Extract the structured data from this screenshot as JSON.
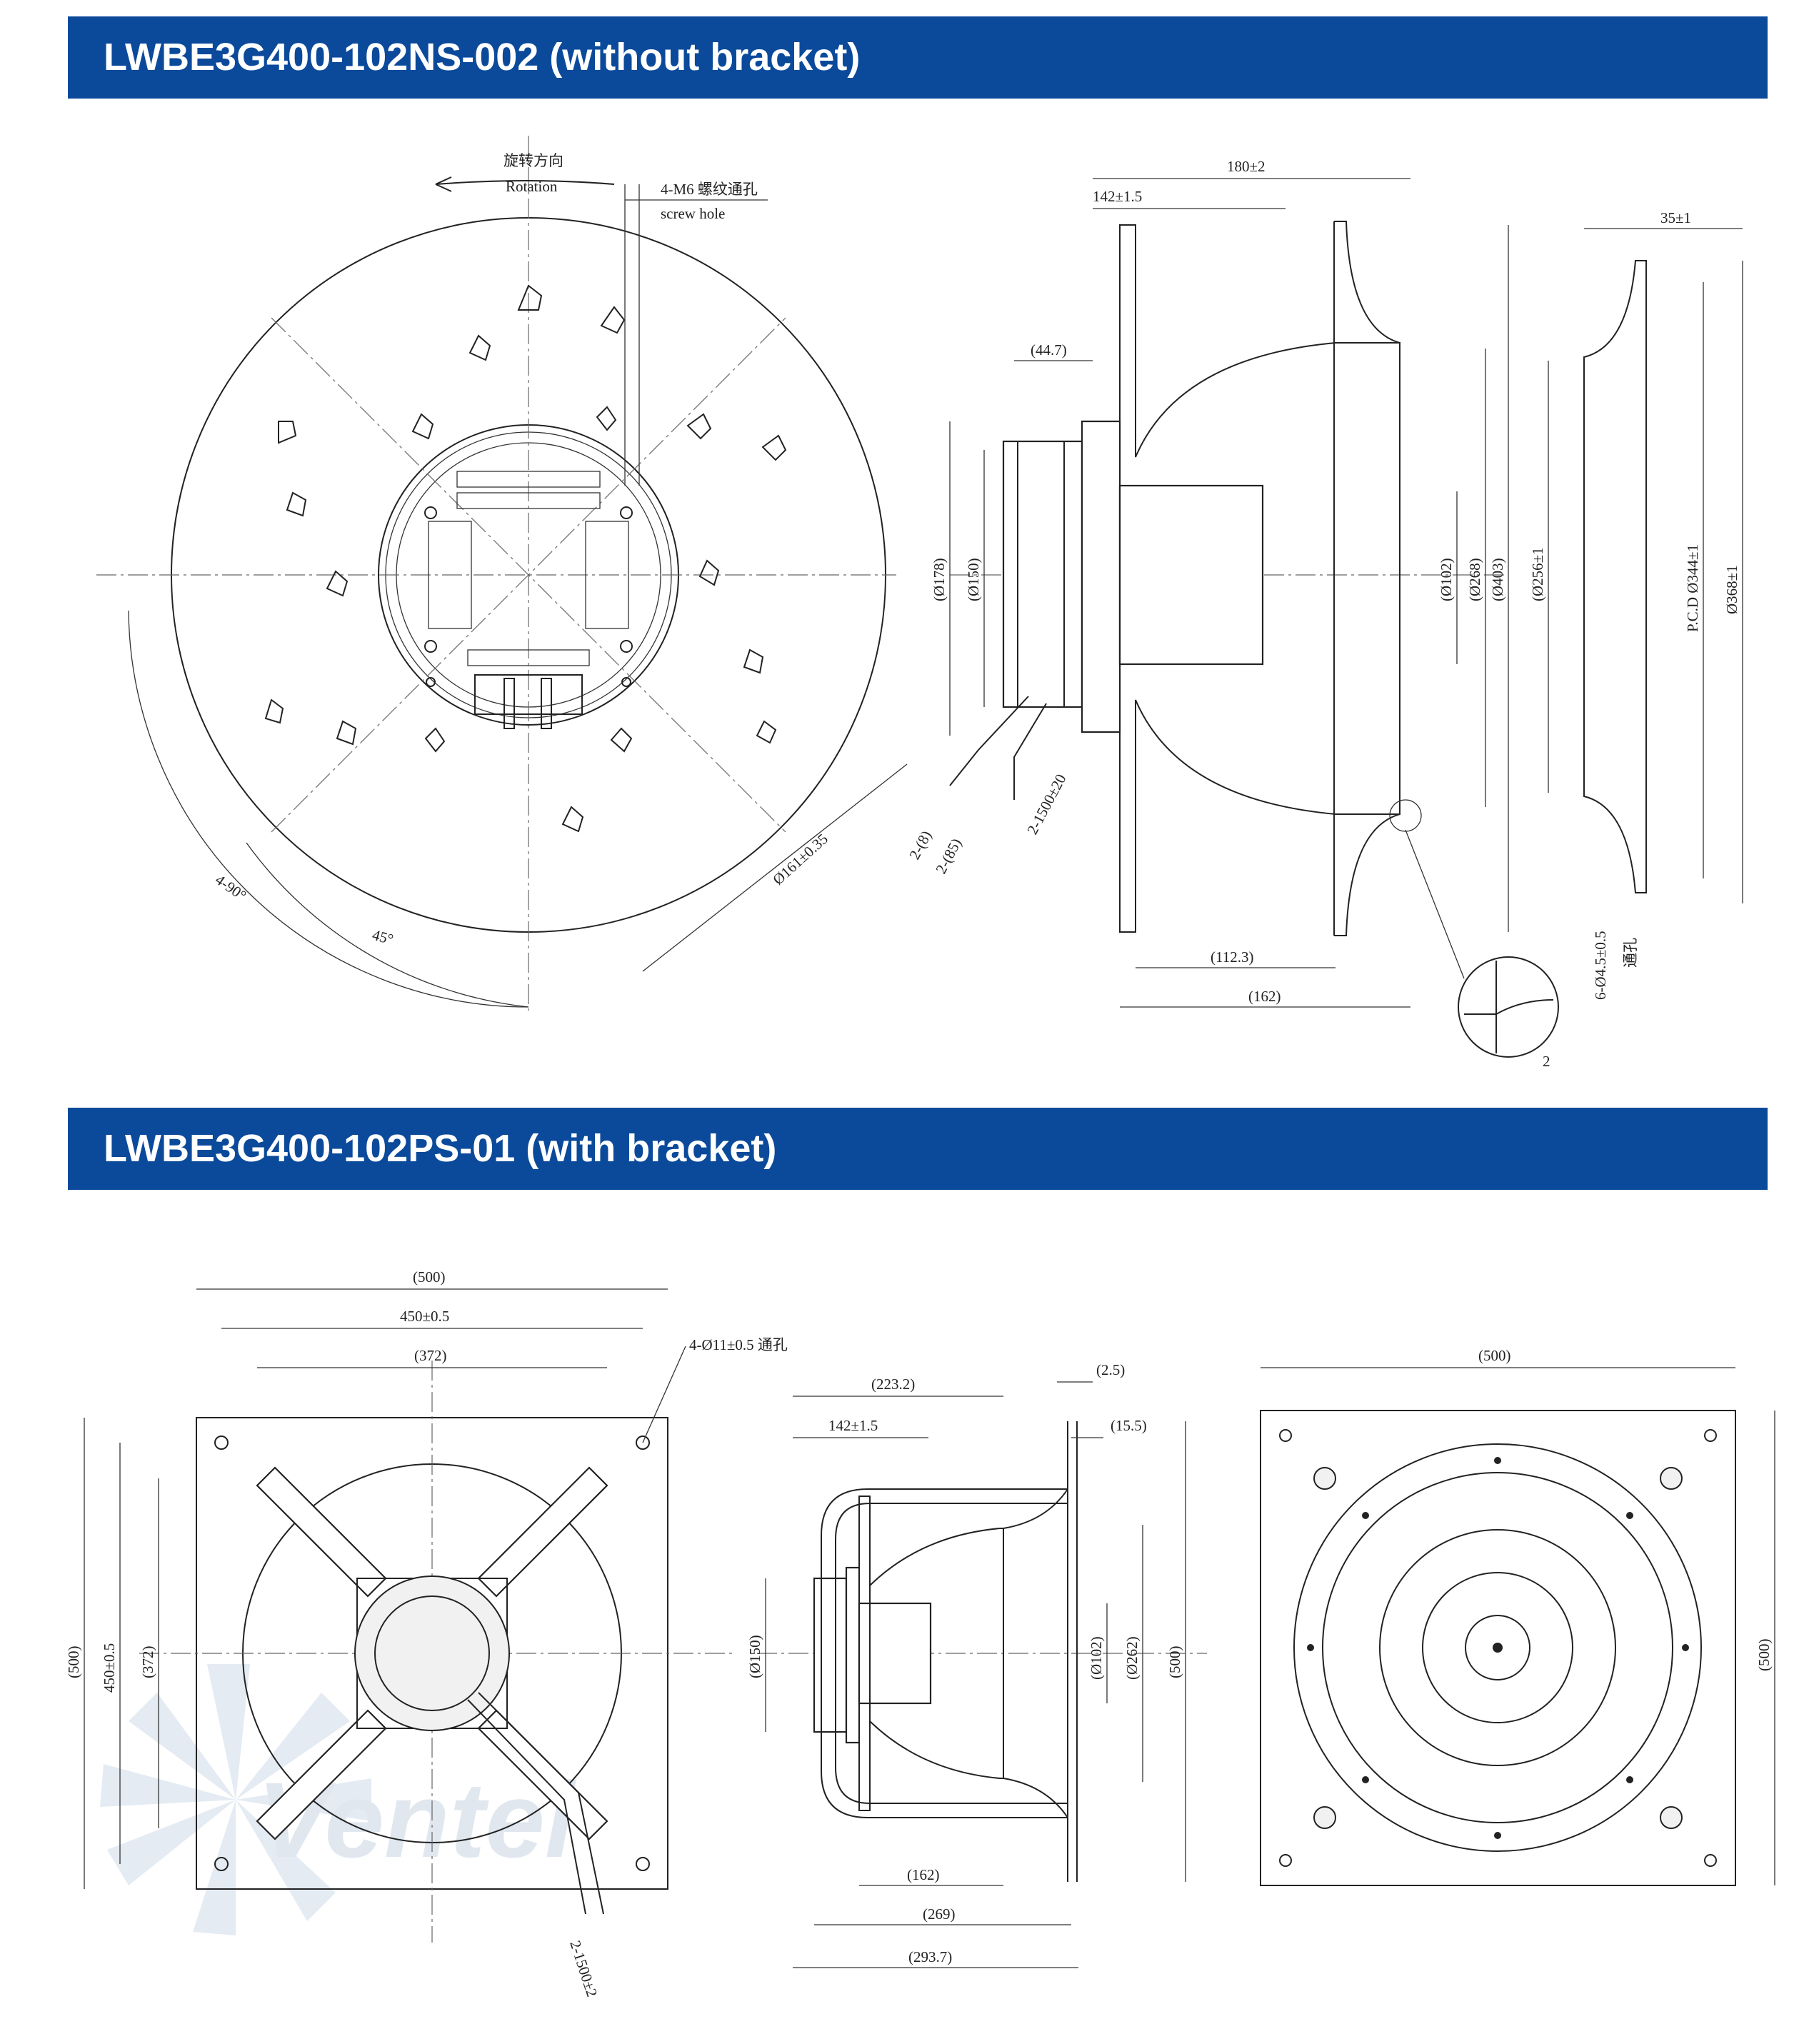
{
  "sections": [
    {
      "title": "LWBE3G400-102NS-002 (without bracket)"
    },
    {
      "title": "LWBE3G400-102PS-01 (with bracket)"
    }
  ],
  "drawing1": {
    "rotation_cn": "旋转方向",
    "rotation_en": "Rotation",
    "screw_cn": "4-M6 螺纹通孔",
    "screw_en": "screw hole",
    "ang_90": "4-90°",
    "ang_45": "45°",
    "d_pcd": "Ø161±0.35",
    "d_178": "(Ø178)",
    "d_150": "(Ø150)",
    "w_44": "(44.7)",
    "w_142": "142±1.5",
    "w_180": "180±2",
    "cable1": "2-(8)",
    "cable2": "2-(85)",
    "cable3": "2-1500±20",
    "d_102": "(Ø102)",
    "d_268": "(Ø268)",
    "d_403": "(Ø403)",
    "w_112": "(112.3)",
    "w_162": "(162)",
    "detail_2": "2",
    "w_35": "35±1",
    "d_256": "(Ø256±1",
    "d_pcd344": "P.C.D Ø344±1",
    "d_368": "Ø368±1",
    "holes": "6-Ø4.5±0.5",
    "holes_cn": "通孔"
  },
  "drawing2": {
    "w_500": "(500)",
    "w_450": "450±0.5",
    "w_372": "(372)",
    "holes": "4-Ø11±0.5 通孔",
    "h_500": "(500)",
    "h_450": "450±0.5",
    "h_372": "(372)",
    "cable": "2-1500±2",
    "w_223": "(223.2)",
    "w_142": "142±1.5",
    "w_2_5": "(2.5)",
    "w_15_5": "(15.5)",
    "d_150": "(Ø150)",
    "d_102": "(Ø102)",
    "d_262": "(Ø262)",
    "h_500b": "(500)",
    "w_162": "(162)",
    "w_269": "(269)",
    "w_293": "(293.7)",
    "w_500c": "(500)",
    "h_500c": "(500)"
  },
  "watermark": "Ventel",
  "colors": {
    "banner": "#0b4a9b",
    "watermark": "#d7e2ee"
  }
}
